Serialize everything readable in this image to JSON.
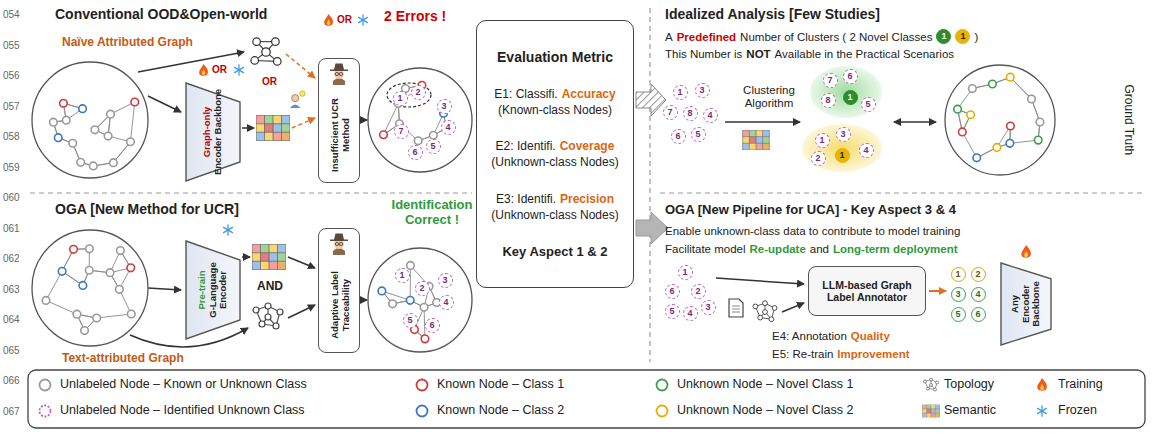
{
  "diagram": {
    "nodes": [
      {
        "text": [
          "Evaluation Metric",
          "E1: Classifi.",
          "Accuracy",
          "(Known-class Nodes)",
          "E2: Identifi.",
          "Coverage",
          "(Unknown-class Nodes)",
          "E3: Identifi.",
          "Precision",
          "(Unknown-class Nodes)",
          "Key Aspect 1 & 2"
        ]
      },
      {
        "text": [
          "Graph-only",
          "Encoder Backbone"
        ]
      },
      {
        "text": [
          "Insufficient UCR Method"
        ]
      },
      {
        "text": [
          "Pre-train",
          "G-Language Encoder"
        ]
      },
      {
        "text": [
          "Adaptive Label Traceability"
        ]
      },
      {
        "text": [
          "LLM-based Graph Label Annotator"
        ]
      },
      {
        "text": [
          "Any",
          "Encoder Backbone"
        ]
      }
    ],
    "labels": [
      "054",
      "055",
      "056",
      "057",
      "058",
      "059",
      "060",
      "061",
      "062",
      "063",
      "064",
      "065",
      "066",
      "067",
      "Conventional OOD&Open-world",
      "Naïve Attributed Graph",
      "OR",
      "OR",
      "OR",
      "2 Errors !",
      "1",
      "2",
      "3",
      "4",
      "5",
      "7",
      "6",
      "OGA [New Method for UCR]",
      "AND",
      "Text-attributed Graph",
      "Identification Correct !",
      "1",
      "2",
      "3",
      "4",
      "5",
      "6",
      "Idealized Analysis [Few Studies]",
      "A",
      "Predefined",
      "Number of Clusters ( 2 Novel Classes",
      "1",
      "1",
      ")",
      "This Number is",
      "NOT",
      "Available in the Practical Scenarios",
      "Clustering Algorithm",
      "Ground Truth",
      "1",
      "3",
      "7",
      "8",
      "4",
      "6",
      "5",
      "7",
      "6",
      "8",
      "1",
      "5",
      "1",
      "3",
      "2",
      "1",
      "4",
      "OGA [New Pipeline for UCA] - Key Aspect 3 & 4",
      "Enable unknown-class data to contribute to model training",
      "Facilitate model",
      "Re-update",
      "and",
      "Long-term deployment",
      "1",
      "6",
      "2",
      "5",
      "4",
      "3",
      "1",
      "2",
      "3",
      "4",
      "5",
      "6",
      "E4: Annotation",
      "Quality",
      "E5: Re-train",
      "Improvement"
    ],
    "legend": [
      {
        "text": "Unlabeled Node – Known or Unknown Class"
      },
      {
        "text": "Known Node – Class 1"
      },
      {
        "text": "Unknown Node – Novel Class 1"
      },
      {
        "text": "Topology"
      },
      {
        "text": "Training"
      },
      {
        "text": "Unlabeled Node – Identified Unknown Class"
      },
      {
        "text": "Known Node – Class 2"
      },
      {
        "text": "Unknown Node – Novel Class 2"
      },
      {
        "text": "Semantic"
      },
      {
        "text": "Frozen"
      }
    ]
  }
}
